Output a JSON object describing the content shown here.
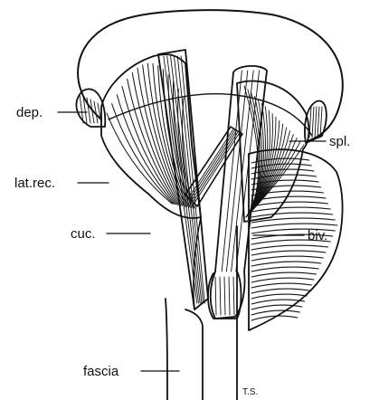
{
  "labels": {
    "dep": "dep.",
    "lat_rec": "lat.rec.",
    "cuc": "cuc.",
    "fascia": "fascia",
    "spl": "spl.",
    "biv": "biv."
  },
  "signature": "T.S.",
  "colors": {
    "ink": "#111111",
    "paper": "#ffffff"
  }
}
